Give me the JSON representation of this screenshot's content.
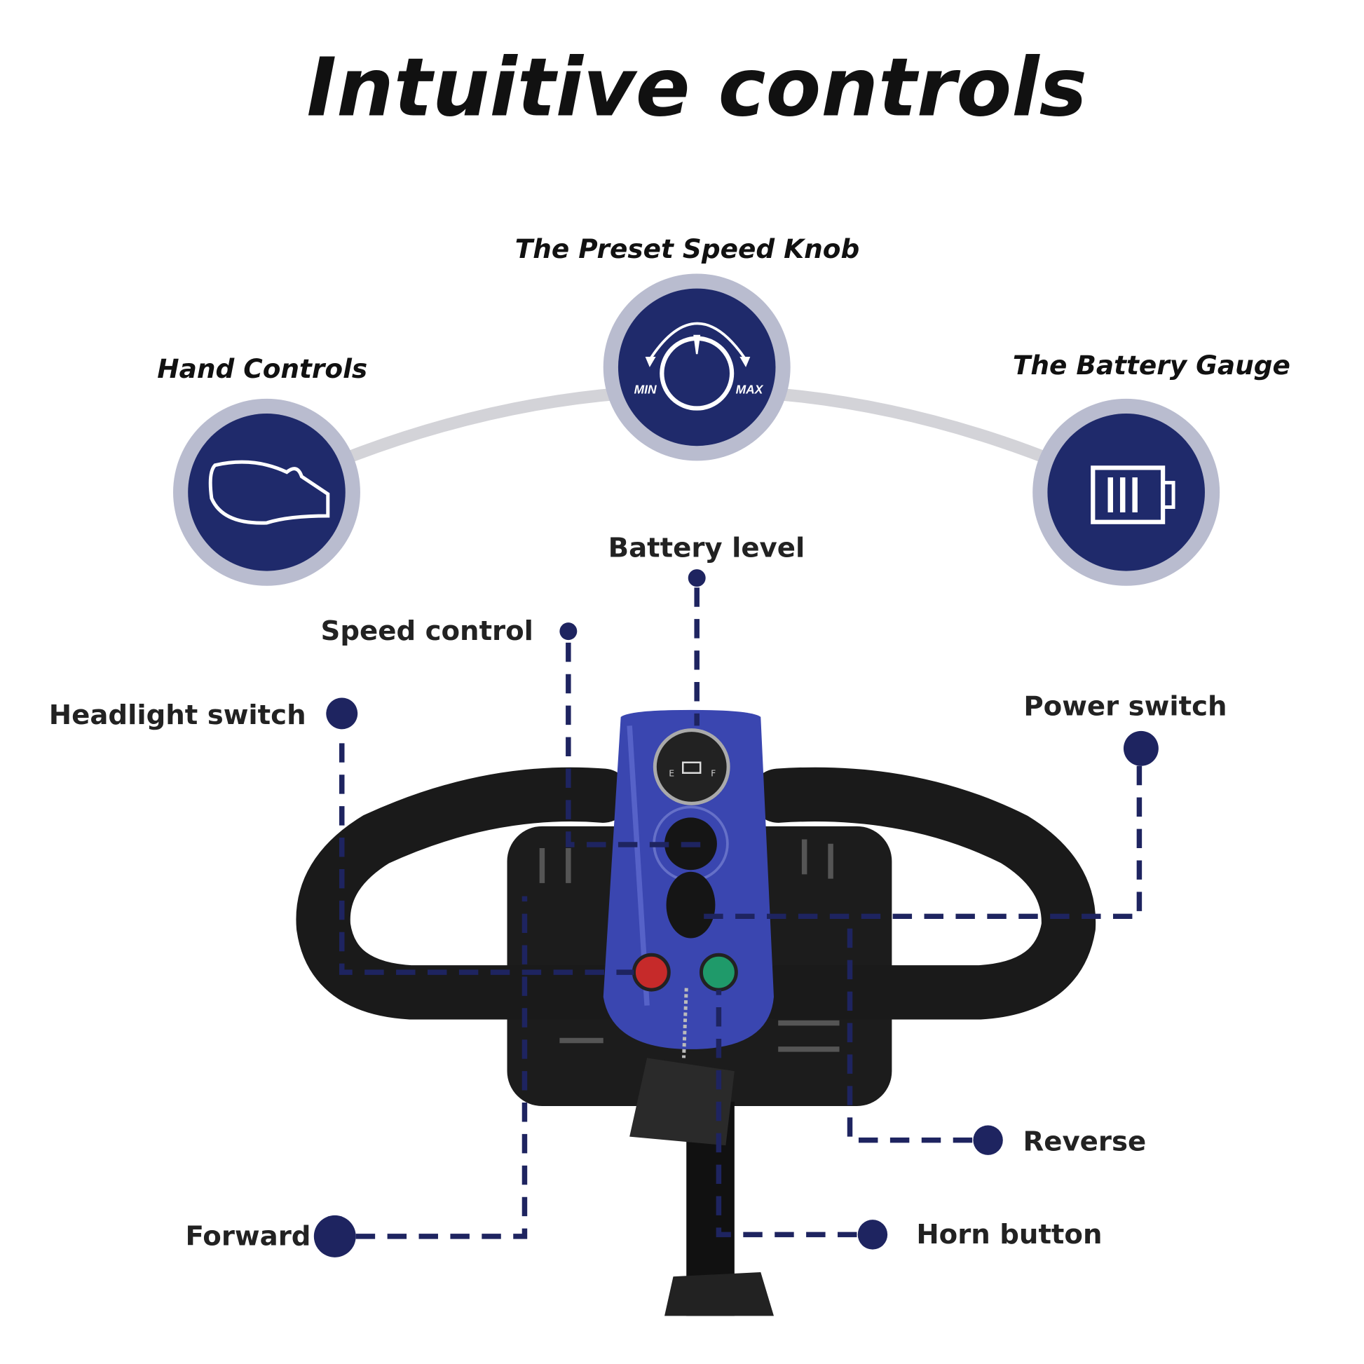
{
  "title": "Intuitive controls",
  "features": [
    {
      "heading": "Hand Controls",
      "icon": "hand-grip-icon"
    },
    {
      "heading": "The Preset Speed Knob",
      "icon": "speed-knob-icon",
      "min_label": "MIN",
      "max_label": "MAX"
    },
    {
      "heading": "The Battery Gauge",
      "icon": "battery-icon"
    }
  ],
  "callouts": {
    "battery_level": "Battery level",
    "speed_control": "Speed control",
    "headlight_switch": "Headlight switch",
    "power_switch": "Power switch",
    "reverse": "Reverse",
    "horn_button": "Horn button",
    "forward": "Forward"
  },
  "gauge": {
    "empty": "E",
    "full": "F"
  },
  "colors": {
    "navy": "#1e2460",
    "ring": "#b9bccf",
    "tiller": "#3a46b0"
  }
}
